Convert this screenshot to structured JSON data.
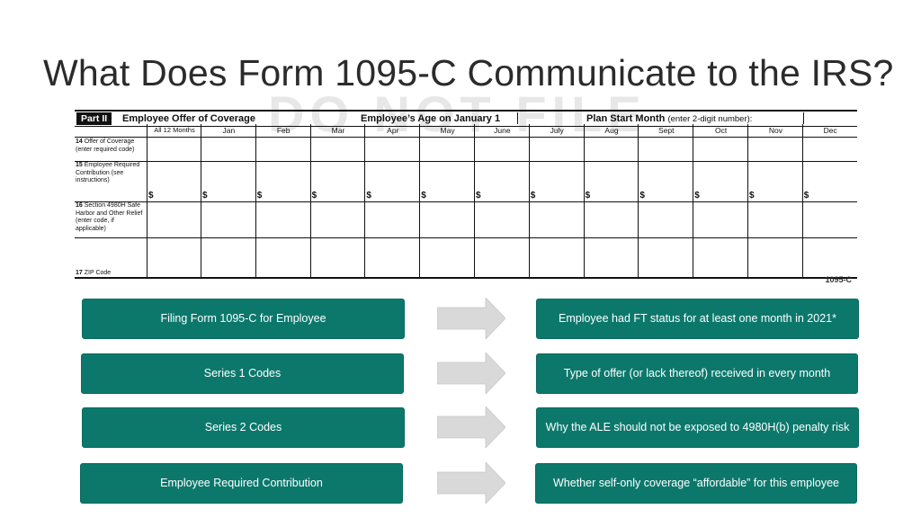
{
  "title": "What Does Form 1095-C Communicate to the IRS?",
  "form": {
    "watermark": "DO NOT FILE",
    "part_label": "Part II",
    "part_title": "Employee Offer of Coverage",
    "age_title": "Employee’s Age on January 1",
    "plan_title": "Plan Start Month",
    "plan_note": "(enter 2-digit number):",
    "months": [
      "All 12 Months",
      "Jan",
      "Feb",
      "Mar",
      "Apr",
      "May",
      "June",
      "July",
      "Aug",
      "Sept",
      "Oct",
      "Nov",
      "Dec"
    ],
    "rows": [
      {
        "num": "14",
        "label": "Offer of Coverage (enter required code)",
        "dollar": false
      },
      {
        "num": "15",
        "label": "Employee Required Contribution (see instructions)",
        "dollar": true
      },
      {
        "num": "16",
        "label": "Section 4980H Safe Harbor and Other Relief (enter code, if applicable)",
        "dollar": false
      },
      {
        "num": "17",
        "label": "ZIP Code",
        "dollar": false
      }
    ],
    "dollar_sign": "$",
    "footer_mark": "1095-C"
  },
  "mapping": [
    {
      "left": "Filing Form 1095-C for Employee",
      "right": "Employee had FT status for at least one month in 2021*"
    },
    {
      "left": "Series 1 Codes",
      "right": "Type of offer (or lack thereof) received in every month"
    },
    {
      "left": "Series 2 Codes",
      "right": "Why the ALE should not be exposed to 4980H(b) penalty risk"
    },
    {
      "left": "Employee Required Contribution",
      "right": "Whether self-only coverage “affordable” for this employee"
    }
  ],
  "colors": {
    "box_fill": "#0c786c",
    "box_text": "#ffffff",
    "arrow_fill": "#d9d9d9",
    "title_text": "#2b2b2b"
  }
}
